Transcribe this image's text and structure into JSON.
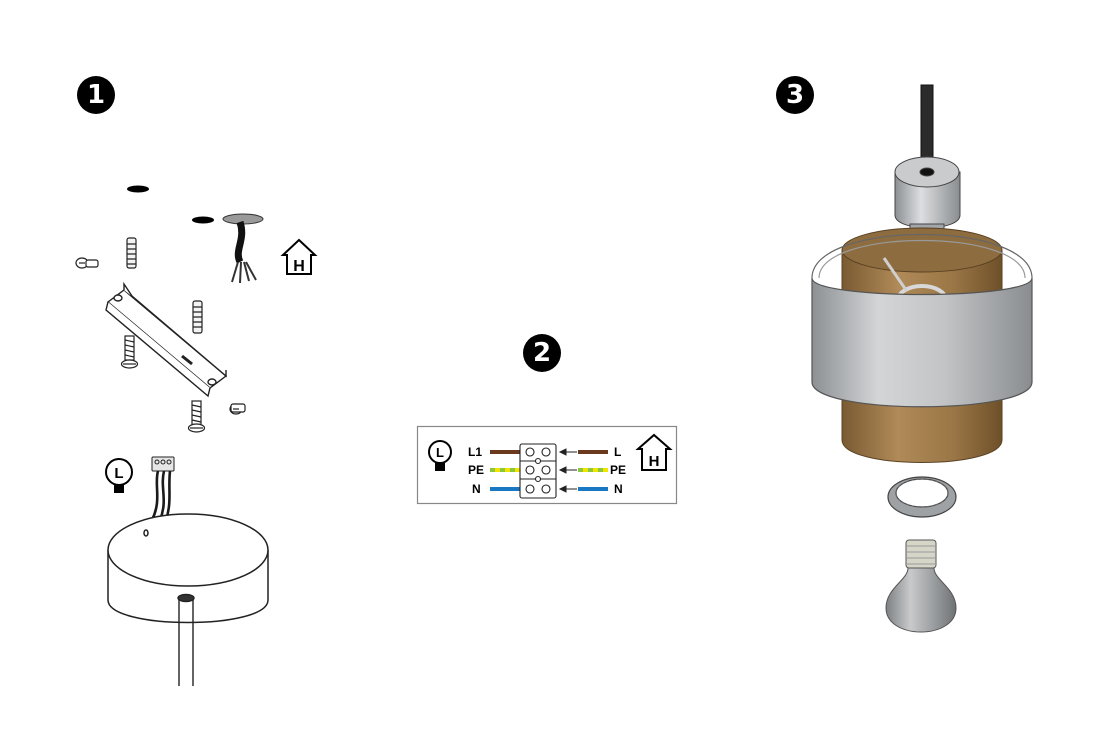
{
  "steps": [
    {
      "number": "1"
    },
    {
      "number": "2"
    },
    {
      "number": "3"
    }
  ],
  "symbols": {
    "lamp": "L",
    "house": "H"
  },
  "wiring": {
    "lamp_side": [
      "L1",
      "PE",
      "N"
    ],
    "house_side": [
      "L",
      "PE",
      "N"
    ]
  },
  "colors": {
    "live": "#6b3a1e",
    "earth_green": "#8cc63f",
    "earth_yellow": "#f2e600",
    "neutral": "#1a78c2",
    "bronze": "#a27f50",
    "chrome": "#b9bcbf"
  }
}
